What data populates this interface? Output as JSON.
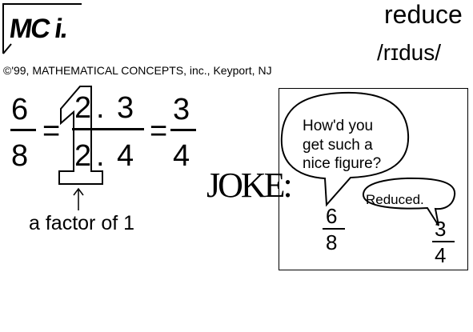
{
  "header": {
    "logo_text": "MC i.",
    "word": "reduce",
    "pronunciation": "/rɪdus/",
    "copyright": "©'99, MATHEMATICAL CONCEPTS, inc., Keyport, NJ"
  },
  "equation": {
    "left": {
      "num": "6",
      "den": "8"
    },
    "equals": "=",
    "big_one": "1",
    "middle_top": [
      "2",
      ".",
      "3"
    ],
    "middle_bottom": [
      "2",
      ".",
      "4"
    ],
    "right": {
      "num": "3",
      "den": "4"
    },
    "factor_label": "a factor of 1"
  },
  "joke": {
    "title": "JOKE:",
    "bubble1": [
      "How'd you",
      "get such a",
      "nice figure?"
    ],
    "bubble2": "Reduced.",
    "speaker1": {
      "num": "6",
      "den": "8"
    },
    "speaker2": {
      "num": "3",
      "den": "4"
    }
  }
}
